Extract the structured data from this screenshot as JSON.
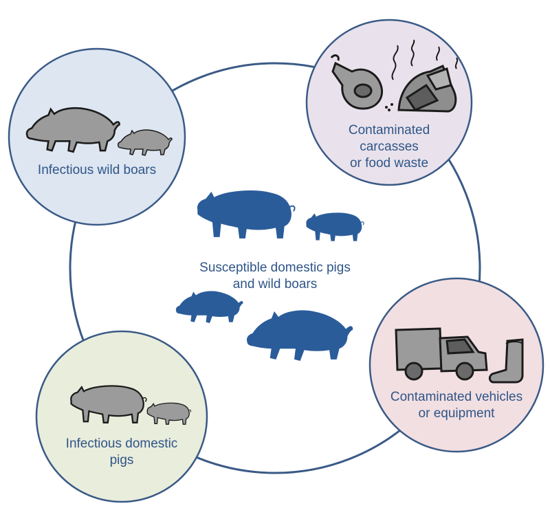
{
  "center": {
    "label_lines": [
      "Susceptible domestic pigs",
      "and wild boars"
    ],
    "pictogram_color": "#2b5c9a"
  },
  "nodes": {
    "wild_boars": {
      "label_lines": [
        "Infectious wild boars"
      ],
      "fill": "#dde6f1",
      "icon": "wild-boar-pair-icon"
    },
    "carcasses": {
      "label_lines": [
        "Contaminated",
        "carcasses",
        "or food waste"
      ],
      "fill": "#e9e2ec",
      "icon": "carcass-food-waste-icon"
    },
    "vehicles": {
      "label_lines": [
        "Contaminated vehicles",
        "or equipment"
      ],
      "fill": "#f2dfe2",
      "icon": "truck-and-boot-icon"
    },
    "domestic_pigs": {
      "label_lines": [
        "Infectious domestic",
        "pigs"
      ],
      "fill": "#e9eddc",
      "icon": "domestic-pig-pair-icon"
    }
  },
  "colors": {
    "ring": "#3a5a86",
    "text": "#2f5587",
    "grey_icon": "#9b9b9b",
    "dark_outline": "#1b1b1b"
  }
}
